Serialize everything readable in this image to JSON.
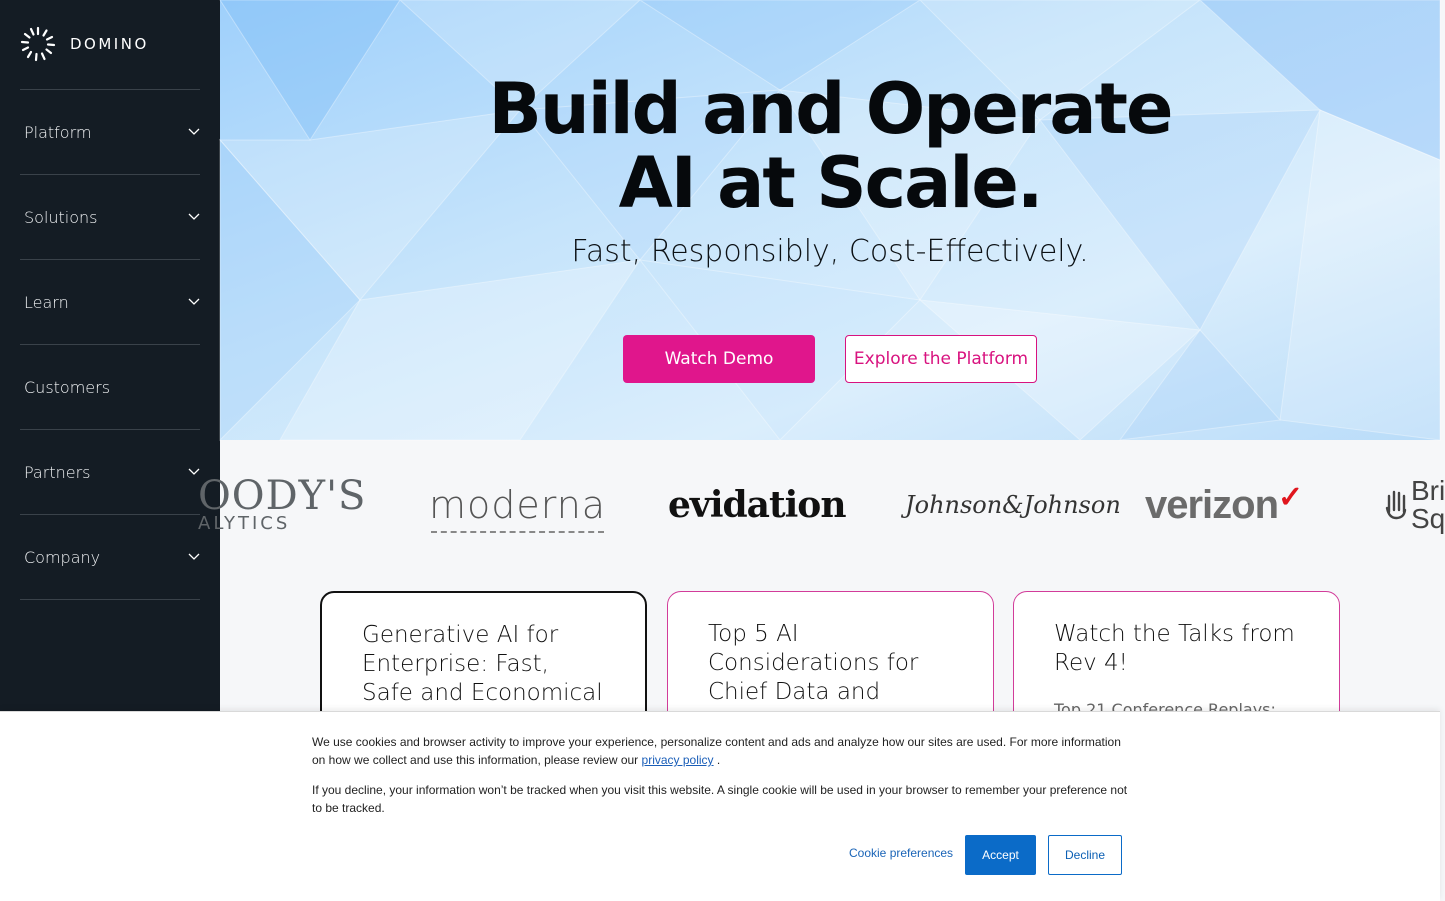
{
  "brand": {
    "name": "DOMINO",
    "icon": "domino-logo-icon"
  },
  "sidebar": {
    "items": [
      {
        "label": "Platform",
        "has_dropdown": true
      },
      {
        "label": "Solutions",
        "has_dropdown": true
      },
      {
        "label": "Learn",
        "has_dropdown": true
      },
      {
        "label": "Customers",
        "has_dropdown": false
      },
      {
        "label": "Partners",
        "has_dropdown": true
      },
      {
        "label": "Company",
        "has_dropdown": true
      }
    ]
  },
  "hero": {
    "title_line1": "Build and Operate",
    "title_line2": "AI at Scale.",
    "subtitle": "Fast, Responsibly, Cost-Effectively.",
    "primary_button": "Watch Demo",
    "secondary_button": "Explore the Platform"
  },
  "logos": {
    "moodys_top": "OODY'S",
    "moodys_bottom": "ALYTICS",
    "moderna": "moderna",
    "evidation": "evidation",
    "jj": "Johnson&Johnson",
    "verizon": "verizon",
    "verizon_check": "✓",
    "bms_top": "Bri",
    "bms_bottom": "Sq"
  },
  "cards": [
    {
      "title": "Generative AI for Enterprise: Fast, Safe and Economical",
      "desc": ""
    },
    {
      "title": "Top 5 AI Considerations for Chief Data and",
      "desc": ""
    },
    {
      "title": "Watch the Talks from Rev 4!",
      "desc": "Top 21 Conference Replays:"
    }
  ],
  "cookie": {
    "text1": "We use cookies and browser activity to improve your experience, personalize content and ads and analyze how our sites are used. For more information on how we collect and use this information, please review our",
    "privacy_link": "privacy policy",
    "text1_end": ".",
    "text2": "If you decline, your information won’t be tracked when you visit this website. A single cookie will be used in your browser to remember your preference not to be tracked.",
    "preferences": "Cookie preferences",
    "accept": "Accept",
    "decline": "Decline"
  },
  "colors": {
    "sidebar_bg": "#141c24",
    "accent": "#e0168c",
    "cookie_button": "#0b6bc8"
  }
}
